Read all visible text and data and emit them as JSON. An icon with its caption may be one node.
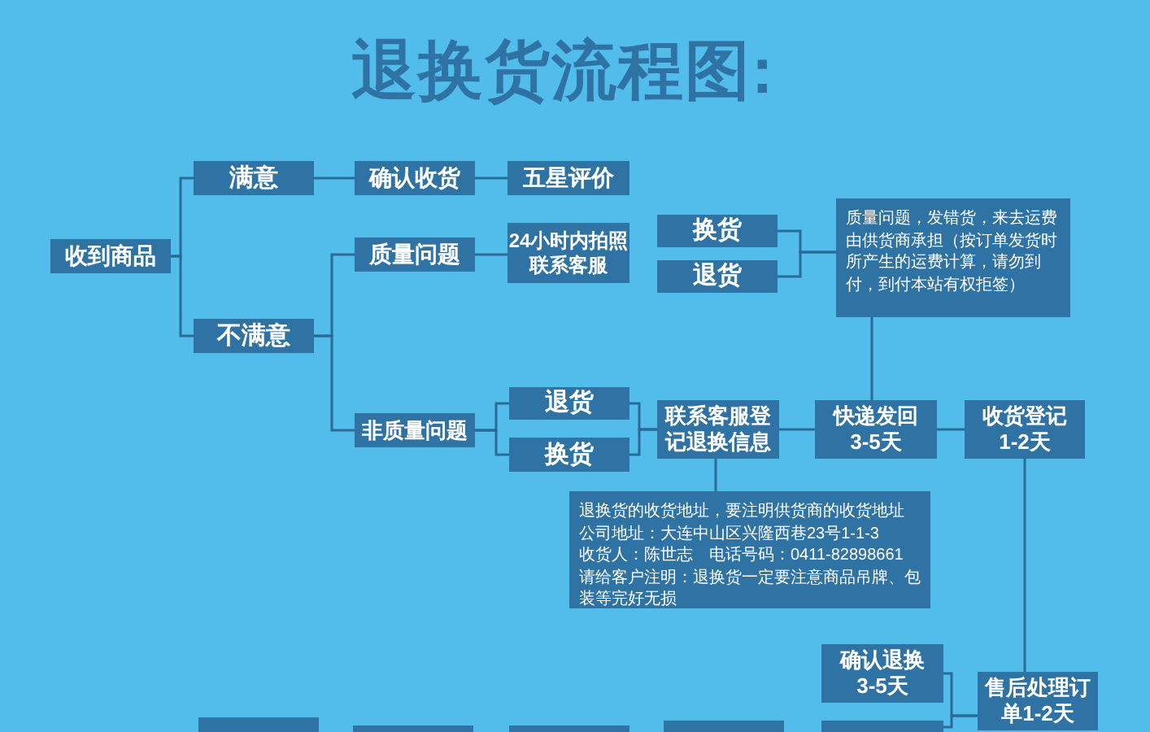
{
  "diagram": {
    "title": "退换货流程图:",
    "nodes": [
      {
        "text": [
          "收到商品"
        ]
      },
      {
        "text": [
          "满意"
        ]
      },
      {
        "text": [
          "确认收货"
        ]
      },
      {
        "text": [
          "五星评价"
        ]
      },
      {
        "text": [
          "不满意"
        ]
      },
      {
        "text": [
          "质量问题"
        ]
      },
      {
        "text": [
          "24小时内拍照联系客服"
        ]
      },
      {
        "text": [
          "换货"
        ]
      },
      {
        "text": [
          "退货"
        ]
      },
      {
        "text": [
          "质量问题，发错货，来去运费由供货商承担（按订单发货时所产生的运费计算，请勿到付，到付本站有权拒签）"
        ]
      },
      {
        "text": [
          "非质量问题"
        ]
      },
      {
        "text": [
          "退货"
        ]
      },
      {
        "text": [
          "换货"
        ]
      },
      {
        "text": [
          "联系客服登记退换信息"
        ]
      },
      {
        "text": [
          "快递发回",
          "3-5天"
        ]
      },
      {
        "text": [
          "收货登记",
          "1-2天"
        ]
      },
      {
        "text": [
          "退换货的收货地址，要注明供货商的收货地址",
          "公司地址：大连中山区兴隆西巷23号1-1-3",
          "收货人：陈世志　电话号码：0411-82898661",
          "请给客户注明：退换货一定要注意商品吊牌、包装等完好无损"
        ]
      },
      {
        "text": [
          "确认退换",
          "3-5天"
        ]
      },
      {
        "text": [
          "售后处理订单1-2天"
        ]
      },
      {
        "text": [],
        "shape": "box"
      },
      {
        "text": [],
        "shape": "box"
      },
      {
        "text": [],
        "shape": "box"
      },
      {
        "text": [],
        "shape": "box"
      },
      {
        "text": [],
        "shape": "box"
      }
    ],
    "edges": [
      {
        "from": 0,
        "to": 1,
        "arrow": "none"
      },
      {
        "from": 0,
        "to": 4,
        "arrow": "none"
      },
      {
        "from": 1,
        "to": 2,
        "arrow": "none"
      },
      {
        "from": 2,
        "to": 3,
        "arrow": "none"
      },
      {
        "from": 4,
        "to": 5,
        "arrow": "none"
      },
      {
        "from": 4,
        "to": 10,
        "arrow": "none"
      },
      {
        "from": 5,
        "to": 6,
        "arrow": "none"
      },
      {
        "from": 7,
        "to": 9,
        "arrow": "none"
      },
      {
        "from": 8,
        "to": 9,
        "arrow": "none"
      },
      {
        "from": 9,
        "to": 14,
        "arrow": "none"
      },
      {
        "from": 10,
        "to": 11,
        "arrow": "none"
      },
      {
        "from": 10,
        "to": 12,
        "arrow": "none"
      },
      {
        "from": 11,
        "to": 13,
        "arrow": "none"
      },
      {
        "from": 12,
        "to": 13,
        "arrow": "none"
      },
      {
        "from": 13,
        "to": 14,
        "arrow": "none"
      },
      {
        "from": 14,
        "to": 15,
        "arrow": "none"
      },
      {
        "from": 13,
        "to": 16,
        "arrow": "none"
      },
      {
        "from": 15,
        "to": 18,
        "arrow": "none"
      },
      {
        "from": 18,
        "to": 17,
        "arrow": "none"
      },
      {
        "from": 18,
        "to": 23,
        "arrow": "none"
      }
    ]
  }
}
